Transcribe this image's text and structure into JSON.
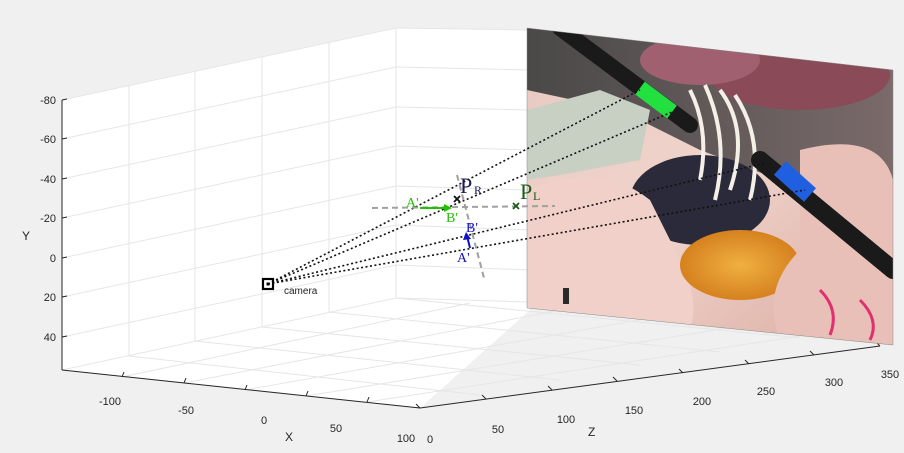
{
  "plot": {
    "axes": {
      "x_label": "X",
      "y_label": "Y",
      "z_label": "Z",
      "x_ticks": [
        "-100",
        "-50",
        "0",
        "50",
        "100"
      ],
      "y_ticks": [
        "-80",
        "-60",
        "-40",
        "-20",
        "0",
        "20",
        "40"
      ],
      "z_ticks": [
        "0",
        "50",
        "100",
        "150",
        "200",
        "250",
        "300",
        "350"
      ],
      "grid": true
    },
    "camera_label": "camera",
    "points": {
      "right": {
        "letter": "P",
        "subscript": "R",
        "color": "#1a1a4d"
      },
      "left": {
        "letter": "P",
        "subscript": "L",
        "color": "#1a5c1a"
      }
    },
    "projections": {
      "green_a": "A'",
      "green_b": "B'",
      "blue_b": "B'",
      "blue_a": "A'"
    },
    "colors": {
      "green_marker": "#22c000",
      "blue_marker": "#1010c8",
      "image_plane_bg": "#c89a8c"
    },
    "icons": {
      "camera": "camera-square-icon",
      "image_plane": "surgical-scene-image"
    }
  }
}
